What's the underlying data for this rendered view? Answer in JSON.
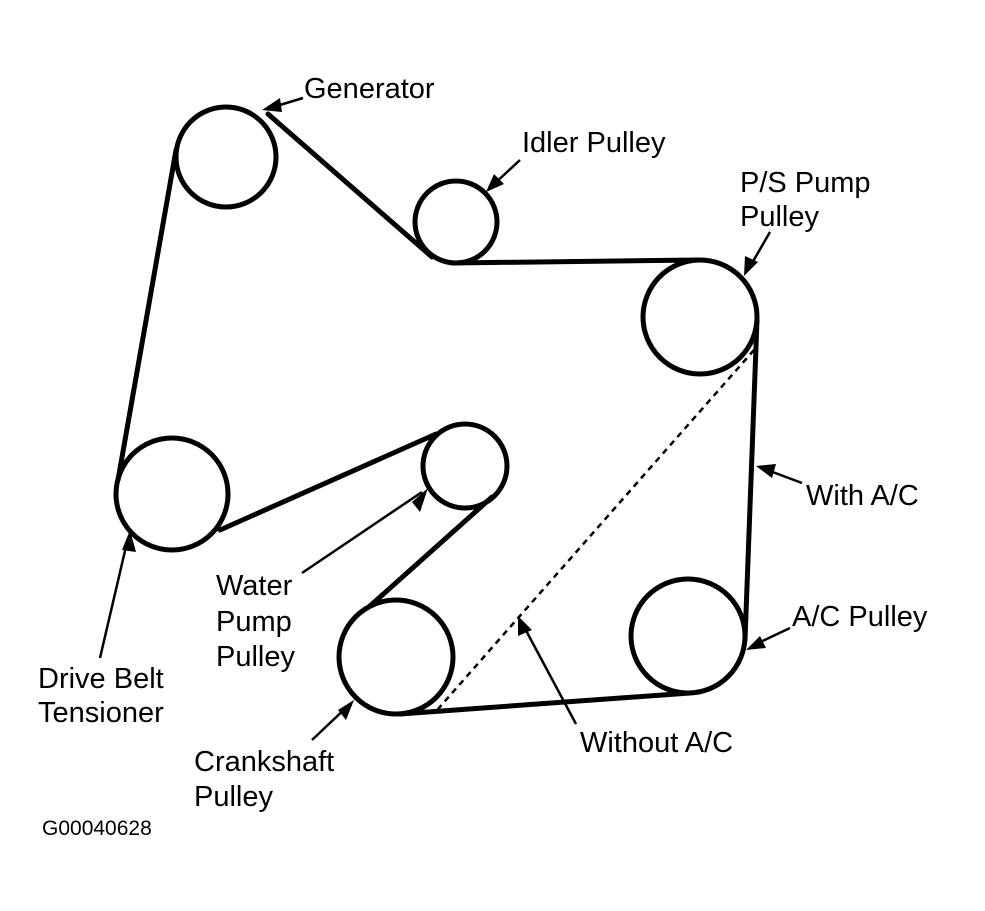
{
  "diagram": {
    "colors": {
      "ink": "#000000",
      "background": "#ffffff"
    },
    "labels": {
      "generator": "Generator",
      "idler_pulley": "Idler Pulley",
      "ps_pump_line1": "P/S Pump",
      "ps_pump_line2": "Pulley",
      "with_ac": "With A/C",
      "ac_pulley": "A/C Pulley",
      "water_pump_line1": "Water",
      "water_pump_line2": "Pump",
      "water_pump_line3": "Pulley",
      "tensioner_line1": "Drive Belt",
      "tensioner_line2": "Tensioner",
      "crankshaft_line1": "Crankshaft",
      "crankshaft_line2": "Pulley",
      "without_ac": "Without A/C"
    },
    "figure_code": "G00040628"
  }
}
